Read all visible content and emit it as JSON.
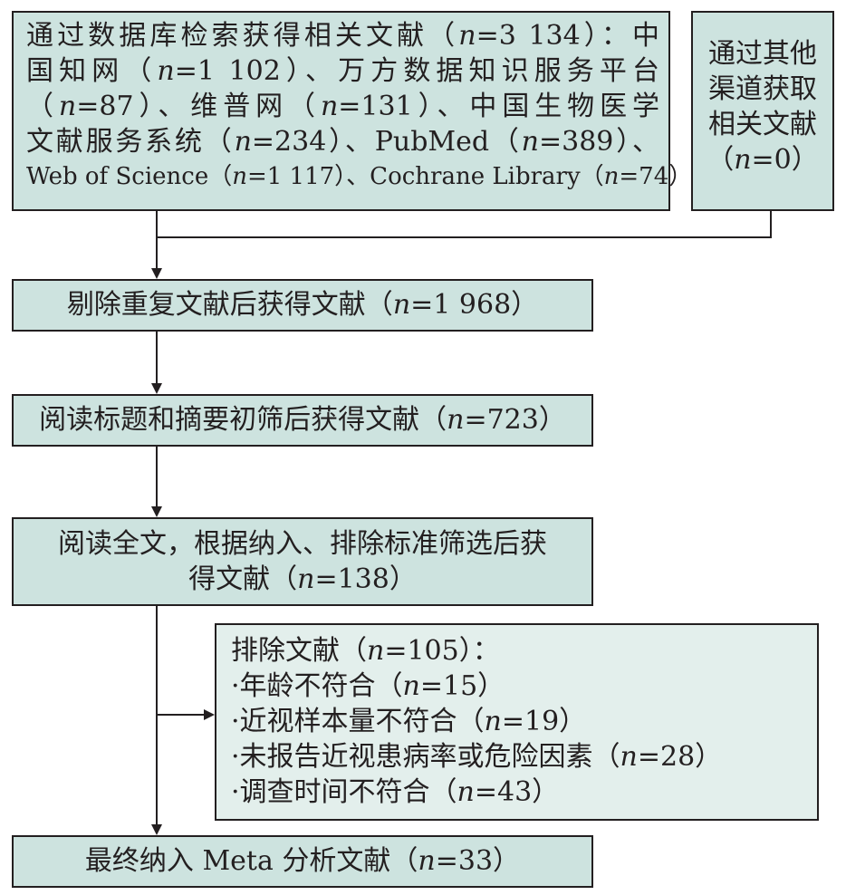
{
  "search": {
    "lines": [
      {
        "a": "通过数据库检索获得相关文献（",
        "n": "n",
        "b": "=3 134）：中"
      },
      {
        "a": "国知网（",
        "n": "n",
        "b": "=1 102）、万方数据知识服务平台"
      },
      {
        "a": "（",
        "n": "n",
        "b": "=87）、维普网（",
        "n2": "n",
        "c": "=131）、中国生物医学"
      },
      {
        "a": "文献服务系统（",
        "n": "n",
        "b": "=234）、PubMed（",
        "n2": "n",
        "c": "=389）、"
      },
      {
        "a": "Web of Science（",
        "n": "n",
        "b": "=1 117）、Cochrane Library（",
        "n2": "n",
        "c": "=74）"
      }
    ]
  },
  "other": {
    "line1": "通过其他",
    "line2": "渠道获取",
    "line3": "相关文献",
    "line4a": "（",
    "line4n": "n",
    "line4b": "=0）"
  },
  "dedup": {
    "a": "剔除重复文献后获得文献（",
    "n": "n",
    "b": "=1 968）"
  },
  "screen": {
    "a": "阅读标题和摘要初筛后获得文献（",
    "n": "n",
    "b": "=723）"
  },
  "full": {
    "line1": "阅读全文，根据纳入、排除标准筛选后获",
    "line2a": "得文献（",
    "line2n": "n",
    "line2b": "=138）"
  },
  "excluded": {
    "head_a": "排除文献（",
    "head_n": "n",
    "head_b": "=105）：",
    "items": [
      {
        "a": "·年龄不符合（",
        "n": "n",
        "b": "=15）"
      },
      {
        "a": "·近视样本量不符合（",
        "n": "n",
        "b": "=19）"
      },
      {
        "a": "·未报告近视患病率或危险因素（",
        "n": "n",
        "b": "=28）"
      },
      {
        "a": "·调查时间不符合（",
        "n": "n",
        "b": "=43）"
      }
    ]
  },
  "final": {
    "a": "最终纳入 Meta 分析文献（",
    "n": "n",
    "b": "=33）"
  },
  "colors": {
    "box_fill": "#cde3df",
    "box_fill_light": "#e3efec",
    "line": "#231f20"
  }
}
